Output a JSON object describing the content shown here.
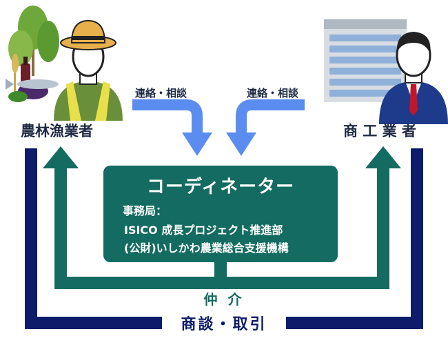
{
  "left_party": {
    "label": "農林漁業者"
  },
  "right_party": {
    "label": "商 工 業 者"
  },
  "contact_left": {
    "label": "連絡・相談"
  },
  "contact_right": {
    "label": "連絡・相談"
  },
  "coordinator": {
    "title": "コーディネーター",
    "office_label": "事務局：",
    "office_lines": [
      "ISICO 成長プロジェクト推進部",
      "(公財)いしかわ農業総合支援機構"
    ]
  },
  "mediation": {
    "label": "仲 介"
  },
  "deal": {
    "label": "商談・取引"
  },
  "colors": {
    "teal": "#136b61",
    "navy": "#0d1b6b",
    "arrow_blue": "#5b8df0",
    "text_dark": "#1f2a44"
  },
  "icons": {
    "farmer": "farmer-illustration",
    "business": "businessman-illustration",
    "building": "office-building-icon",
    "produce": "produce-illustration"
  }
}
